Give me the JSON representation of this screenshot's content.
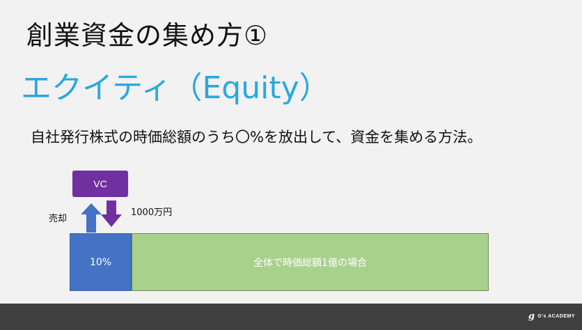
{
  "slide": {
    "title": "創業資金の集め方①",
    "subtitle": "エクイティ（Equity）",
    "body": "自社発行株式の時価総額のうち〇%を放出して、資金を集める方法。"
  },
  "diagram": {
    "vc_label": "VC",
    "sell_label": "売却",
    "amount_label": "1000万円",
    "share_label": "10%",
    "total_label": "全体で時価総額1億の場合",
    "colors": {
      "vc": "#7030a0",
      "up_arrow": "#4472c4",
      "down_arrow": "#7030a0",
      "share": "#4472c4",
      "total": "#a9d18e"
    }
  },
  "footer": {
    "brand_logo": "g",
    "brand_text": "G's ACADEMY"
  }
}
